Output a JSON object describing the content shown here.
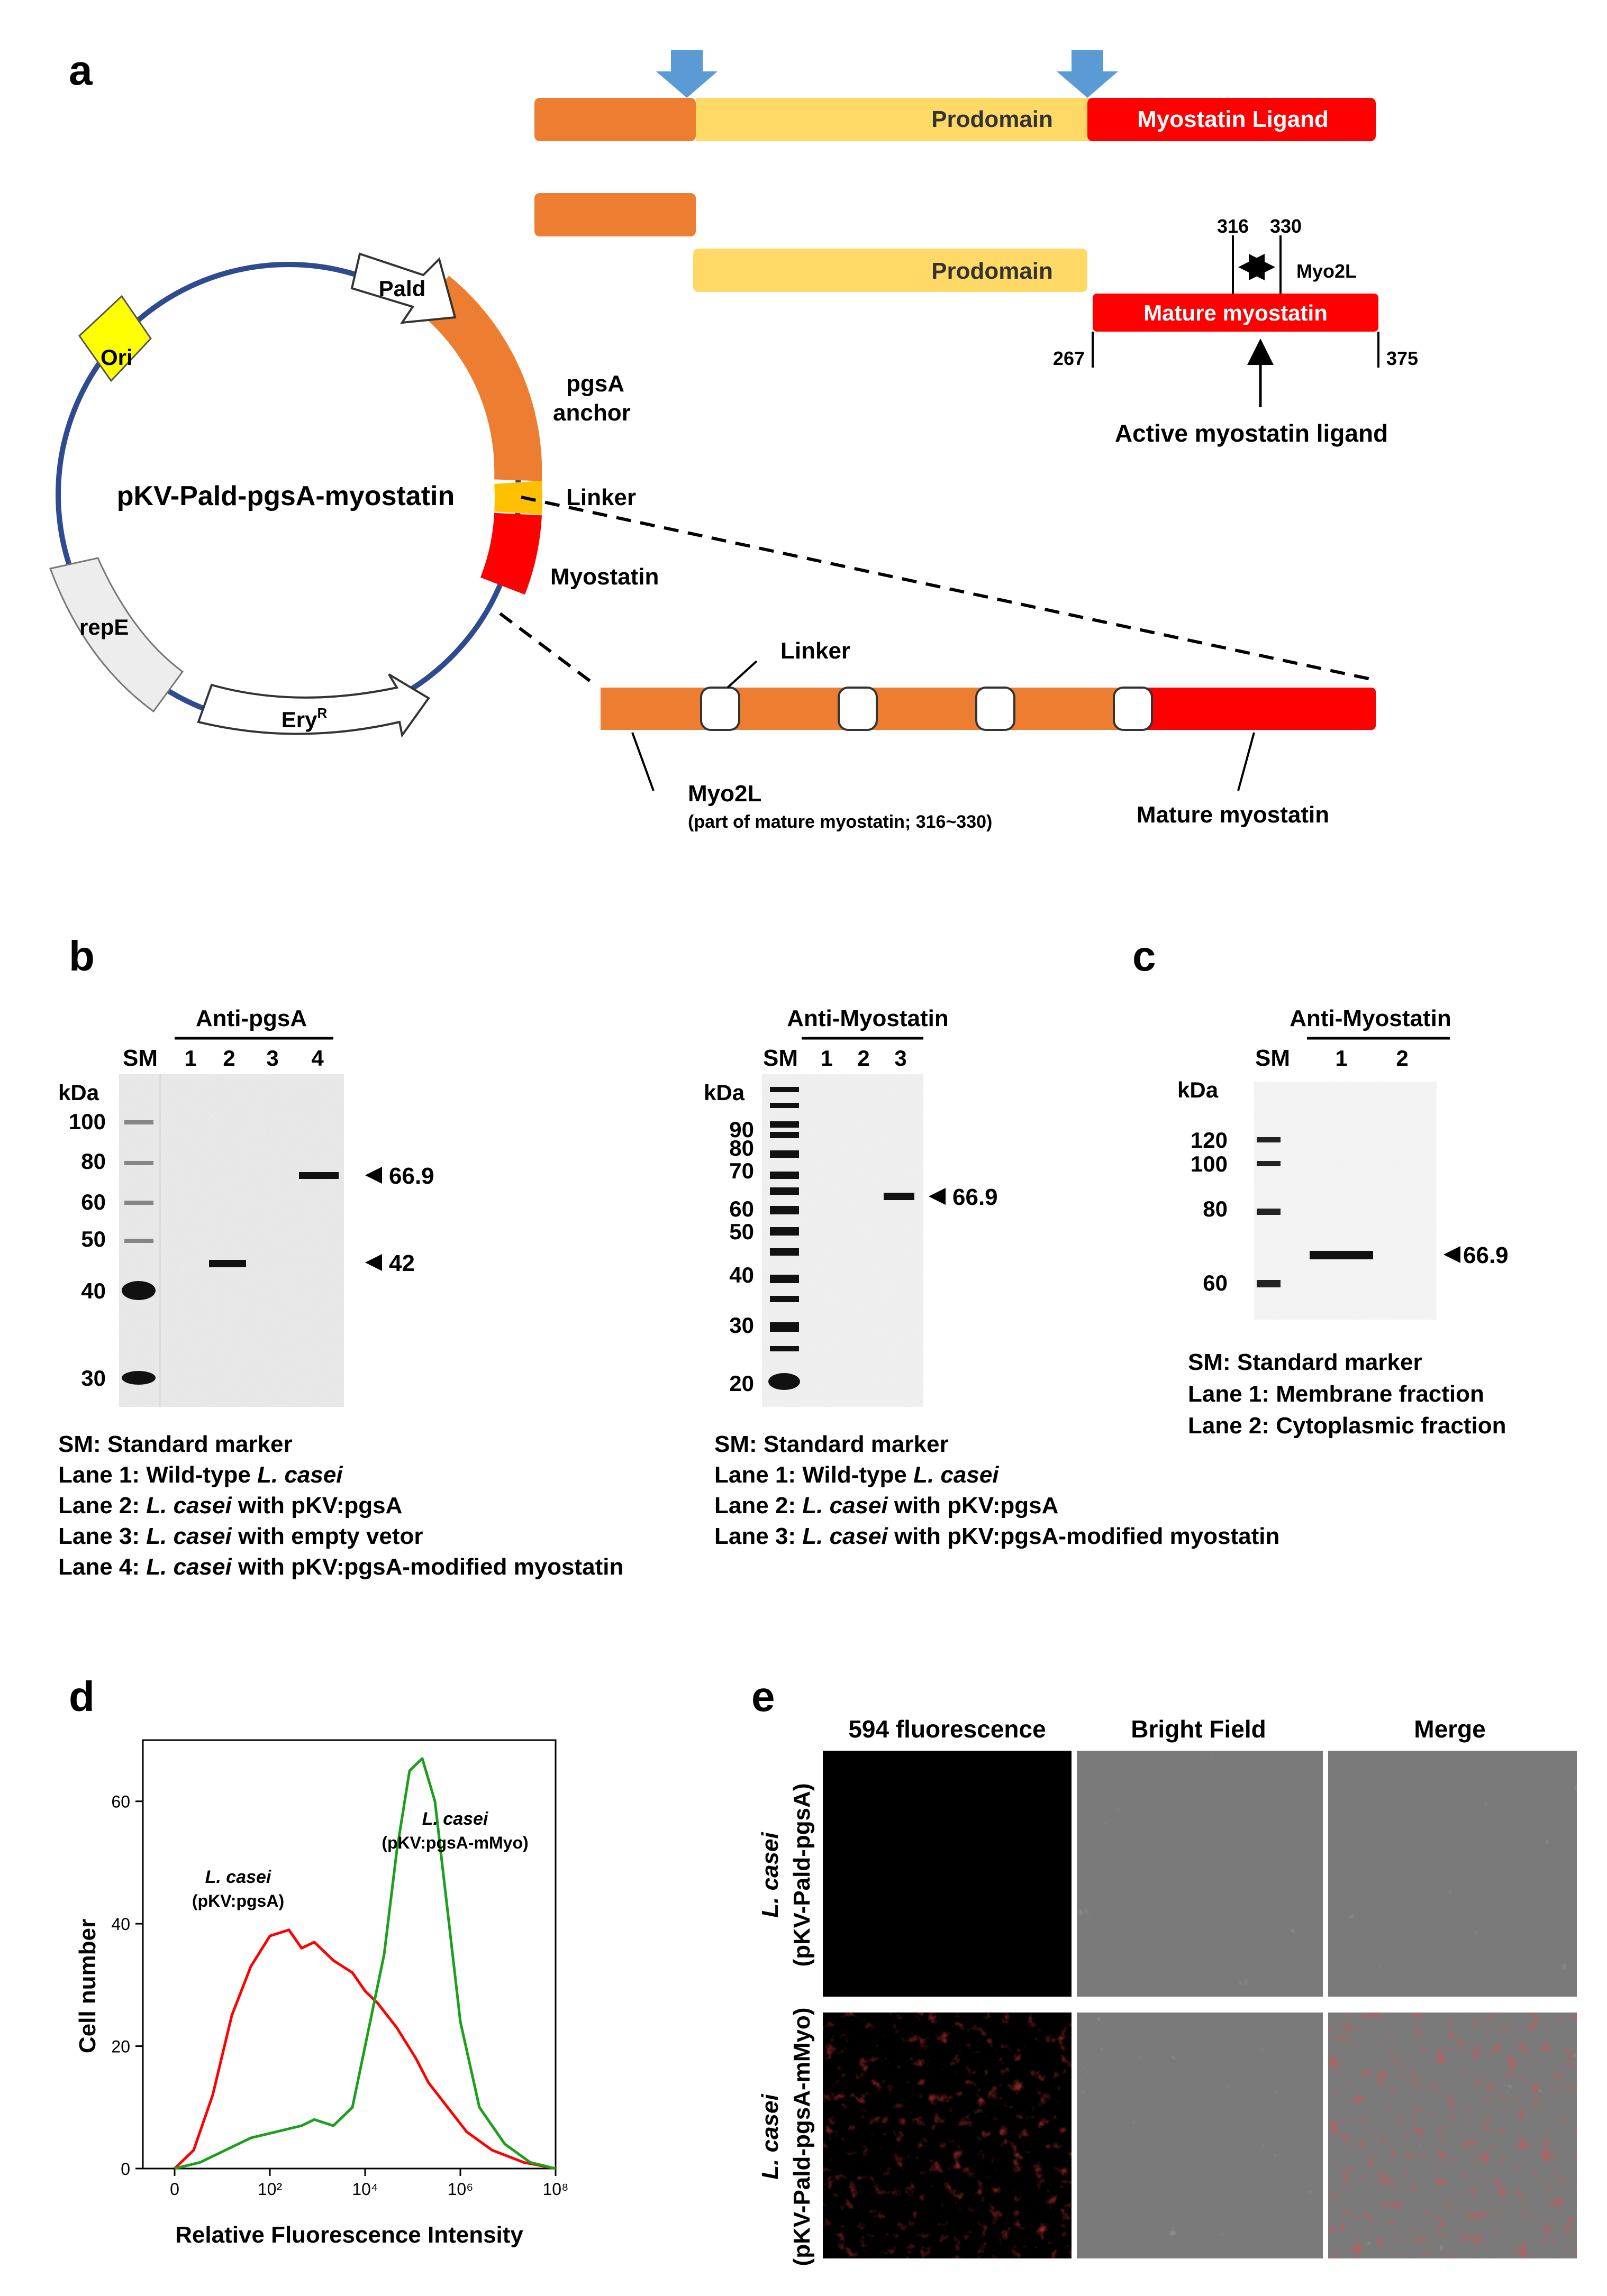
{
  "colors": {
    "orange": "#ED7D31",
    "yellow": "#FFD966",
    "red": "#FF0000",
    "blue_arrow": "#5B9BD5",
    "ori_yellow": "#FFFF00",
    "circle_blue": "#2F4B8F",
    "gel_bg": "#ECECEC",
    "green": "#1AA01A"
  },
  "panel_a": {
    "label": "a",
    "prodomain": "Prodomain",
    "myostatin_ligand": "Myostatin Ligand",
    "prodomain2": "Prodomain",
    "mature_myostatin": "Mature myostatin",
    "pos_316": "316",
    "pos_330": "330",
    "myo2l": "Myo2L",
    "pos_267": "267",
    "pos_375": "375",
    "active_ligand": "Active myostatin ligand",
    "plasmid_name": "pKV-Pald-pgsA-myostatin",
    "pald": "Pald",
    "ori": "Ori",
    "repe": "repE",
    "ery_base": "Ery",
    "ery_sup": "R",
    "pgsa": "pgsA",
    "anchor": "anchor",
    "linker": "Linker",
    "myostatin": "Myostatin",
    "linker2": "Linker",
    "myo2l_bottom": "Myo2L",
    "myo2l_note": "(part of mature myostatin; 316~330)",
    "mature_myostatin2": "Mature myostatin"
  },
  "panel_b": {
    "label": "b",
    "left": {
      "antibody": "Anti-pgsA",
      "sm": "SM",
      "lanes": [
        "1",
        "2",
        "3",
        "4"
      ],
      "kda": "kDa",
      "markers": [
        "100",
        "80",
        "60",
        "50",
        "40",
        "30"
      ],
      "arrows": [
        "66.9",
        "42"
      ],
      "legend": [
        {
          "plain": "SM: Standard marker",
          "italic": "",
          "rest": ""
        },
        {
          "plain": "Lane 1: Wild-type ",
          "italic": "L. casei",
          "rest": ""
        },
        {
          "plain": "Lane 2: ",
          "italic": "L. casei",
          "rest": " with pKV:pgsA"
        },
        {
          "plain": "Lane 3: ",
          "italic": "L. casei",
          "rest": " with empty vetor"
        },
        {
          "plain": "Lane 4: ",
          "italic": "L. casei",
          "rest": " with pKV:pgsA-modified myostatin"
        }
      ]
    },
    "right": {
      "antibody": "Anti-Myostatin",
      "sm": "SM",
      "lanes": [
        "1",
        "2",
        "3"
      ],
      "kda": "kDa",
      "markers": [
        "90",
        "80",
        "70",
        "60",
        "50",
        "40",
        "30",
        "20"
      ],
      "arrow": "66.9",
      "legend": [
        {
          "plain": "SM: Standard marker",
          "italic": "",
          "rest": ""
        },
        {
          "plain": "Lane 1: Wild-type ",
          "italic": "L. casei",
          "rest": ""
        },
        {
          "plain": "Lane 2: ",
          "italic": "L. casei",
          "rest": " with pKV:pgsA"
        },
        {
          "plain": "Lane 3: ",
          "italic": "L. casei",
          "rest": " with pKV:pgsA-modified myostatin"
        }
      ]
    }
  },
  "panel_c": {
    "label": "c",
    "antibody": "Anti-Myostatin",
    "sm": "SM",
    "lanes": [
      "1",
      "2"
    ],
    "kda": "kDa",
    "markers": [
      "120",
      "100",
      "80",
      "60"
    ],
    "arrow": "66.9",
    "legend": [
      "SM: Standard marker",
      "Lane 1: Membrane fraction",
      "Lane 2: Cytoplasmic fraction"
    ]
  },
  "panel_d": {
    "label": "d",
    "chart_data": {
      "type": "line",
      "xlabel": "Relative Fluorescence Intensity",
      "ylabel": "Cell number",
      "x_scale": "log",
      "x_ticks": [
        "0",
        "10²",
        "10⁴",
        "10⁶",
        "10⁸"
      ],
      "y_ticks": [
        "0",
        "20",
        "40",
        "60"
      ],
      "ylim": [
        0,
        70
      ],
      "series": [
        {
          "name_italic": "L. casei",
          "name_rest": "(pKV:pgsA)",
          "color": "#FF0000",
          "x": [
            0,
            0.3,
            0.6,
            0.9,
            1.2,
            1.5,
            1.8,
            2.0,
            2.2,
            2.5,
            2.8,
            3.0,
            3.2,
            3.5,
            3.8,
            4.0,
            4.3,
            4.6,
            5.0,
            5.5,
            6.0
          ],
          "y": [
            0,
            3,
            12,
            25,
            33,
            38,
            39,
            36,
            37,
            34,
            32,
            29,
            27,
            23,
            18,
            14,
            10,
            6,
            3,
            1,
            0
          ]
        },
        {
          "name_italic": "L. casei",
          "name_rest": "(pKV:pgsA-mMyo)",
          "color": "#1AA01A",
          "x": [
            0,
            0.4,
            0.8,
            1.2,
            1.6,
            2.0,
            2.2,
            2.5,
            2.8,
            3.0,
            3.3,
            3.5,
            3.7,
            3.9,
            4.1,
            4.3,
            4.5,
            4.8,
            5.2,
            5.6,
            6.0
          ],
          "y": [
            0,
            1,
            3,
            5,
            6,
            7,
            8,
            7,
            10,
            20,
            35,
            52,
            65,
            67,
            60,
            42,
            24,
            10,
            4,
            1,
            0
          ]
        }
      ]
    }
  },
  "panel_e": {
    "label": "e",
    "columns": [
      "594 fluorescence",
      "Bright Field",
      "Merge"
    ],
    "rows": [
      {
        "italic": "L. casei",
        "rest": "(pKV-Pald-pgsA)"
      },
      {
        "italic": "L. casei",
        "rest": "(pKV-Pald-pgsA-mMyo)"
      }
    ]
  }
}
